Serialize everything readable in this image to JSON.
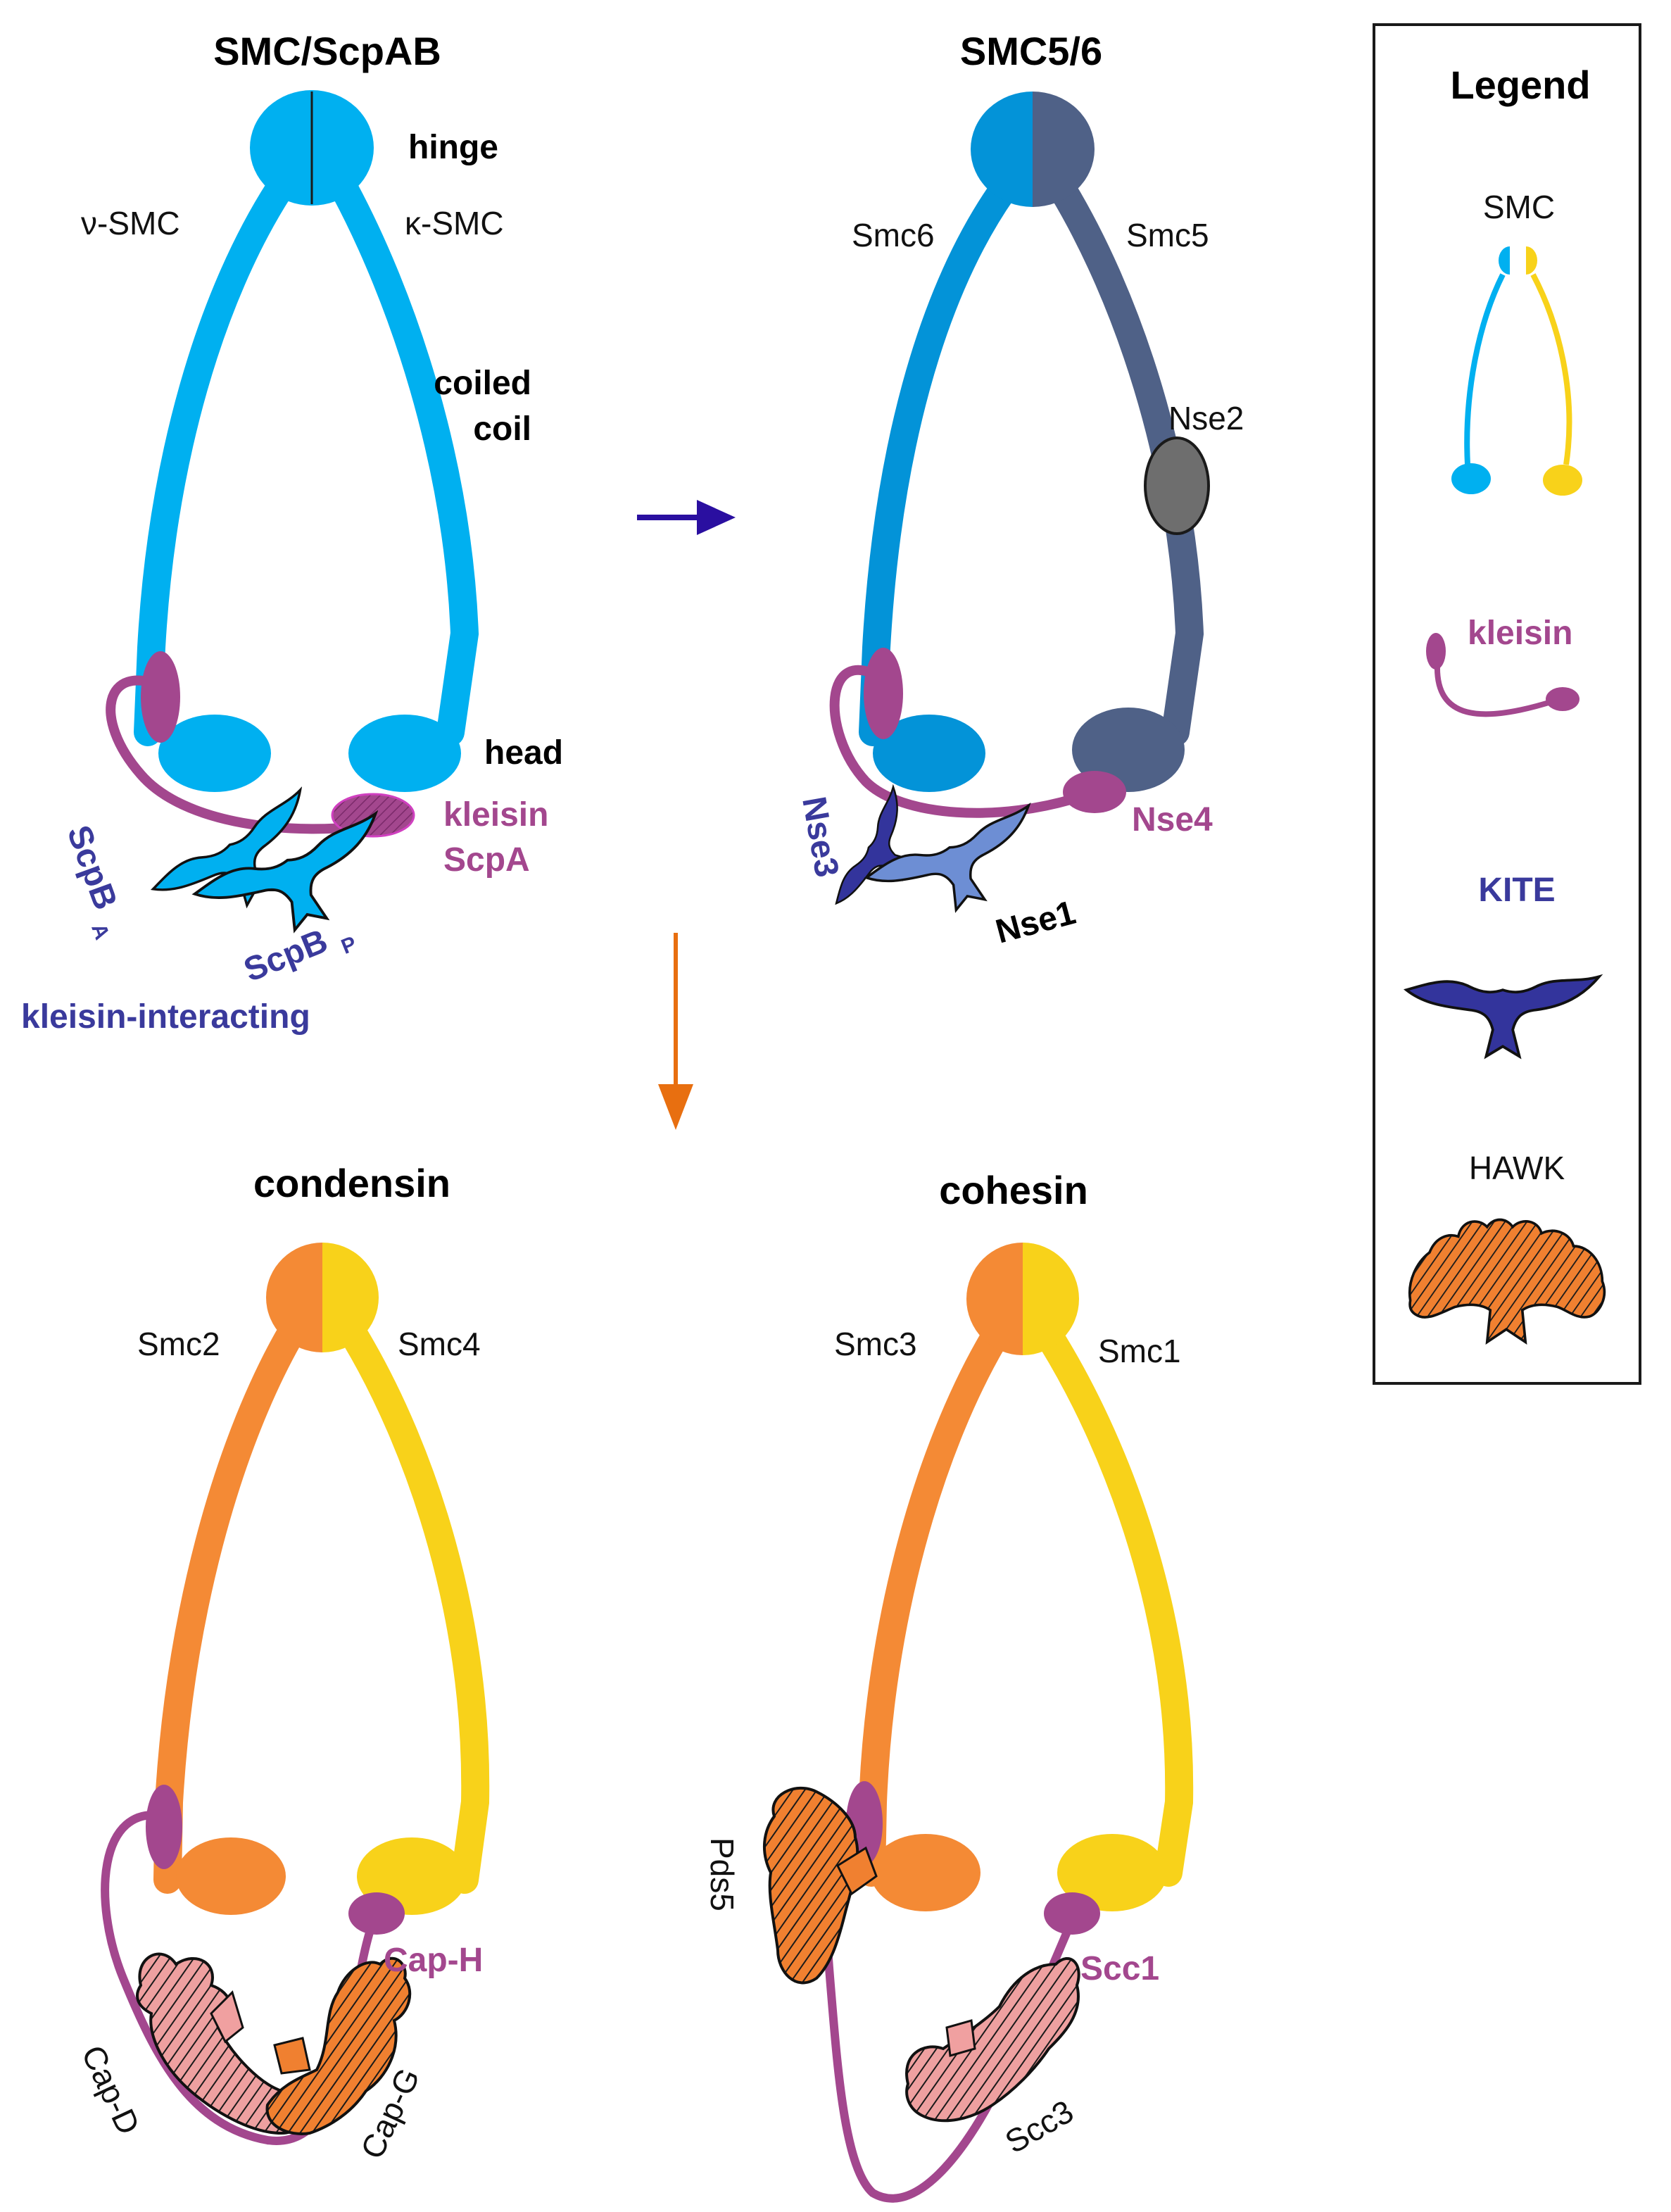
{
  "colors": {
    "smc_light_blue": "#00b0f0",
    "smc6_blue": "#0393d8",
    "smc5_slate": "#4f6187",
    "kleisin_purple": "#a3478e",
    "kite_navy": "#33349c",
    "kite_light": "#6d8ed4",
    "hawk_orange": "#f08030",
    "hawk_pink": "#f0a0a0",
    "smc_orange": "#f48a35",
    "smc_yellow": "#f8d21a",
    "nse2_gray": "#6e6e6e",
    "arrow_indigo": "#2a0fa0",
    "arrow_orange": "#e86f10"
  },
  "panels": {
    "smc_scpab": {
      "title": "SMC/ScpAB",
      "hinge": "hinge",
      "nu_smc": "ν-SMC",
      "kappa_smc": "κ-SMC",
      "coiled": "coiled",
      "coil": "coil",
      "head": "head",
      "kleisin": "kleisin",
      "scpa": "ScpA",
      "scpb_a": "ScpB",
      "scpb_a_sub": "A",
      "scpb_p": "ScpB",
      "scpb_p_sub": "P",
      "kleisin_interacting": "kleisin-interacting"
    },
    "smc56": {
      "title": "SMC5/6",
      "smc6": "Smc6",
      "smc5": "Smc5",
      "nse2": "Nse2",
      "nse4": "Nse4",
      "nse3": "Nse3",
      "nse1": "Nse1"
    },
    "condensin": {
      "title": "condensin",
      "smc2": "Smc2",
      "smc4": "Smc4",
      "caph": "Cap-H",
      "capd": "Cap-D",
      "capg": "Cap-G"
    },
    "cohesin": {
      "title": "cohesin",
      "smc3": "Smc3",
      "smc1": "Smc1",
      "scc1": "Scc1",
      "pds5": "Pds5",
      "scc3": "Scc3"
    }
  },
  "legend": {
    "title": "Legend",
    "smc": "SMC",
    "kleisin": "kleisin",
    "kite": "KITE",
    "hawk": "HAWK"
  }
}
